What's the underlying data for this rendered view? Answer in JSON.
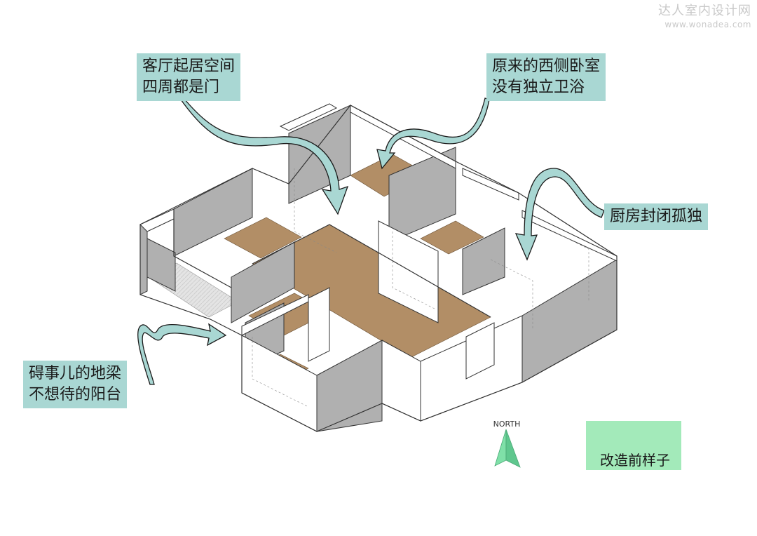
{
  "watermark": {
    "site_cn": "达人室内设计网",
    "site_url": "www.wonadea.com",
    "color": "#c9c9c9"
  },
  "callouts": {
    "living": [
      "客厅起居空间",
      "四周都是门"
    ],
    "west_bedroom": [
      "原来的西侧卧室",
      "没有独立卫浴"
    ],
    "kitchen": [
      "厨房封闭孤独"
    ],
    "balcony": [
      "碍事儿的地梁",
      "不想待的阳台"
    ]
  },
  "compass": {
    "label": "NORTH",
    "color": "#7fe0a8"
  },
  "badge": {
    "label": "改造前样子",
    "color": "#a3eaba"
  },
  "colors": {
    "callout_bg": "#a9d7d3",
    "arrow_fill": "#a9d7d3",
    "wall_gray": "#b0b0b0",
    "wall_white": "#ffffff",
    "floor_wood": "#b28e66",
    "outline": "#333333"
  }
}
